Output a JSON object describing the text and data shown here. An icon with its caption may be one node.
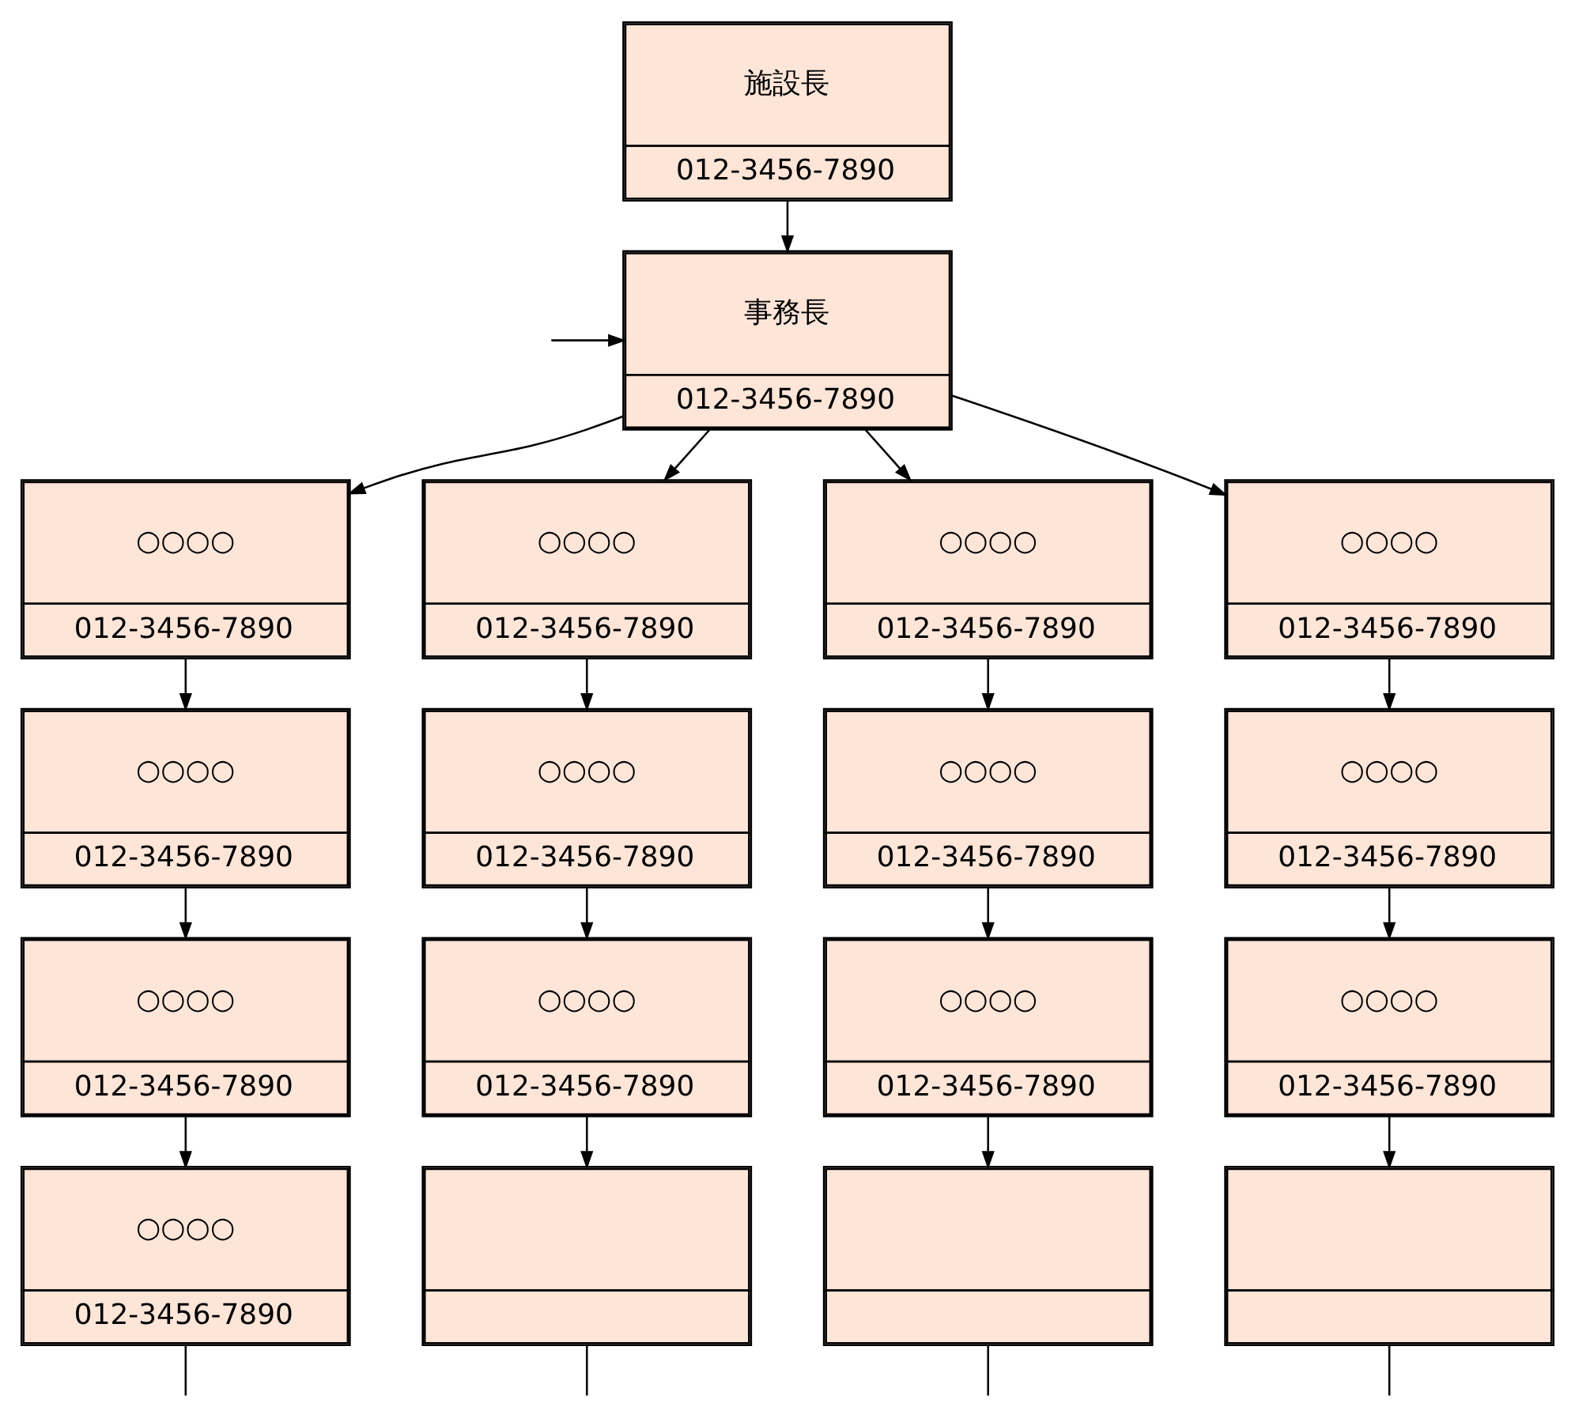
{
  "diagram": {
    "nodes": [
      {
        "text": [
          "施設長",
          "012-3456-7890"
        ]
      },
      {
        "text": [
          "事務長",
          "012-3456-7890"
        ]
      },
      {
        "text": [
          "○○○○",
          "012-3456-7890"
        ]
      },
      {
        "text": [
          "○○○○",
          "012-3456-7890"
        ]
      },
      {
        "text": [
          "○○○○",
          "012-3456-7890"
        ]
      },
      {
        "text": [
          "○○○○",
          "012-3456-7890"
        ]
      },
      {
        "text": [
          "○○○○",
          "012-3456-7890"
        ]
      },
      {
        "text": [
          "○○○○",
          "012-3456-7890"
        ]
      },
      {
        "text": [
          "○○○○",
          "012-3456-7890"
        ]
      },
      {
        "text": [
          "○○○○",
          "012-3456-7890"
        ]
      },
      {
        "text": [
          "○○○○",
          "012-3456-7890"
        ]
      },
      {
        "text": [
          "○○○○",
          "012-3456-7890"
        ]
      },
      {
        "text": [
          "○○○○",
          "012-3456-7890"
        ]
      },
      {
        "text": [
          "○○○○",
          "012-3456-7890"
        ]
      },
      {
        "text": [
          "○○○○",
          "012-3456-7890"
        ]
      },
      {
        "text": [],
        "shape": "box"
      },
      {
        "text": [],
        "shape": "box"
      },
      {
        "text": [],
        "shape": "box"
      }
    ],
    "edges": [
      {
        "from": 0,
        "to": 1,
        "arrow": "to"
      },
      {
        "from": null,
        "to": 1,
        "arrow": "to"
      },
      {
        "from": 1,
        "to": 2,
        "arrow": "to"
      },
      {
        "from": 1,
        "to": 3,
        "arrow": "to"
      },
      {
        "from": 1,
        "to": 4,
        "arrow": "to"
      },
      {
        "from": 1,
        "to": 5,
        "arrow": "to"
      },
      {
        "from": 2,
        "to": 6,
        "arrow": "to"
      },
      {
        "from": 3,
        "to": 7,
        "arrow": "to"
      },
      {
        "from": 4,
        "to": 8,
        "arrow": "to"
      },
      {
        "from": 5,
        "to": 9,
        "arrow": "to"
      },
      {
        "from": 6,
        "to": 10,
        "arrow": "to"
      },
      {
        "from": 7,
        "to": 11,
        "arrow": "to"
      },
      {
        "from": 8,
        "to": 12,
        "arrow": "to"
      },
      {
        "from": 9,
        "to": 13,
        "arrow": "to"
      },
      {
        "from": 10,
        "to": 14,
        "arrow": "to"
      },
      {
        "from": 11,
        "to": 15,
        "arrow": "to"
      },
      {
        "from": 12,
        "to": 16,
        "arrow": "to"
      },
      {
        "from": 13,
        "to": 17,
        "arrow": "to"
      },
      {
        "from": 14,
        "to": null,
        "arrow": "none"
      },
      {
        "from": 15,
        "to": null,
        "arrow": "none"
      },
      {
        "from": 16,
        "to": null,
        "arrow": "none"
      },
      {
        "from": 17,
        "to": null,
        "arrow": "none"
      }
    ]
  }
}
